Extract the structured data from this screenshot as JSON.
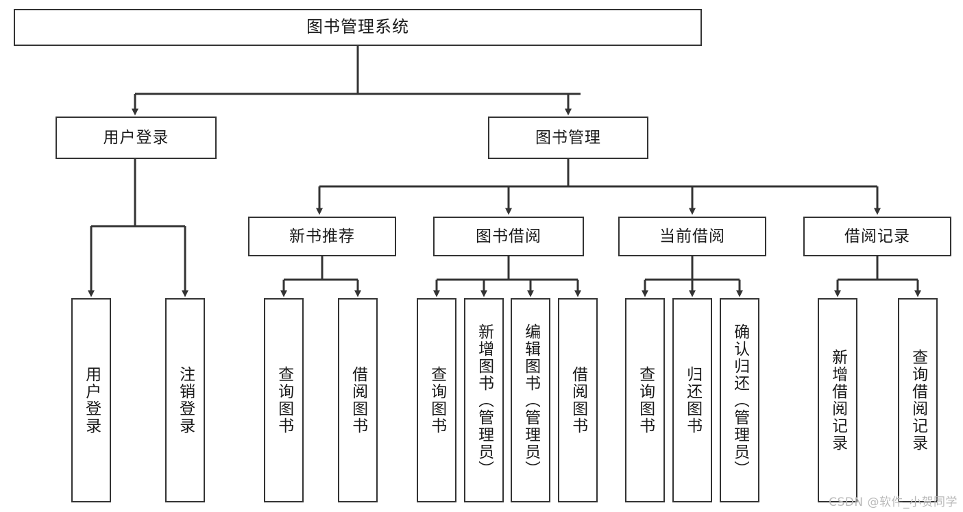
{
  "diagram": {
    "title": "图书管理系统",
    "type": "tree",
    "watermark": "CSDN @软件_小贺同学",
    "colors": {
      "border": "#333333",
      "background": "#ffffff",
      "text": "#1a1a1a",
      "watermark": "#b9b9b9"
    },
    "nodes": {
      "root": {
        "label": "图书管理系统"
      },
      "level2": [
        {
          "id": "user-login",
          "label": "用户登录"
        },
        {
          "id": "book-management",
          "label": "图书管理"
        }
      ],
      "level3": [
        {
          "id": "new-book-recommend",
          "label": "新书推荐"
        },
        {
          "id": "book-borrow",
          "label": "图书借阅"
        },
        {
          "id": "current-borrow",
          "label": "当前借阅"
        },
        {
          "id": "borrow-record",
          "label": "借阅记录"
        }
      ],
      "leaves": [
        {
          "id": "leaf-user-login",
          "label": "用户登录",
          "parent": "user-login"
        },
        {
          "id": "leaf-user-logout",
          "label": "注销登录",
          "parent": "user-login"
        },
        {
          "id": "leaf-query-book-1",
          "label": "查询图书",
          "parent": "new-book-recommend"
        },
        {
          "id": "leaf-borrow-book-1",
          "label": "借阅图书",
          "parent": "new-book-recommend"
        },
        {
          "id": "leaf-query-book-2",
          "label": "查询图书",
          "parent": "book-borrow"
        },
        {
          "id": "leaf-add-book",
          "label": "新增图书（管理员）",
          "parent": "book-borrow"
        },
        {
          "id": "leaf-edit-book",
          "label": "编辑图书（管理员）",
          "parent": "book-borrow"
        },
        {
          "id": "leaf-borrow-book-2",
          "label": "借阅图书",
          "parent": "book-borrow"
        },
        {
          "id": "leaf-query-book-3",
          "label": "查询图书",
          "parent": "current-borrow"
        },
        {
          "id": "leaf-return-book",
          "label": "归还图书",
          "parent": "current-borrow"
        },
        {
          "id": "leaf-confirm-return",
          "label": "确认归还（管理员）",
          "parent": "current-borrow"
        },
        {
          "id": "leaf-add-record",
          "label": "新增借阅记录",
          "parent": "borrow-record"
        },
        {
          "id": "leaf-query-record",
          "label": "查询借阅记录",
          "parent": "borrow-record"
        }
      ]
    }
  }
}
